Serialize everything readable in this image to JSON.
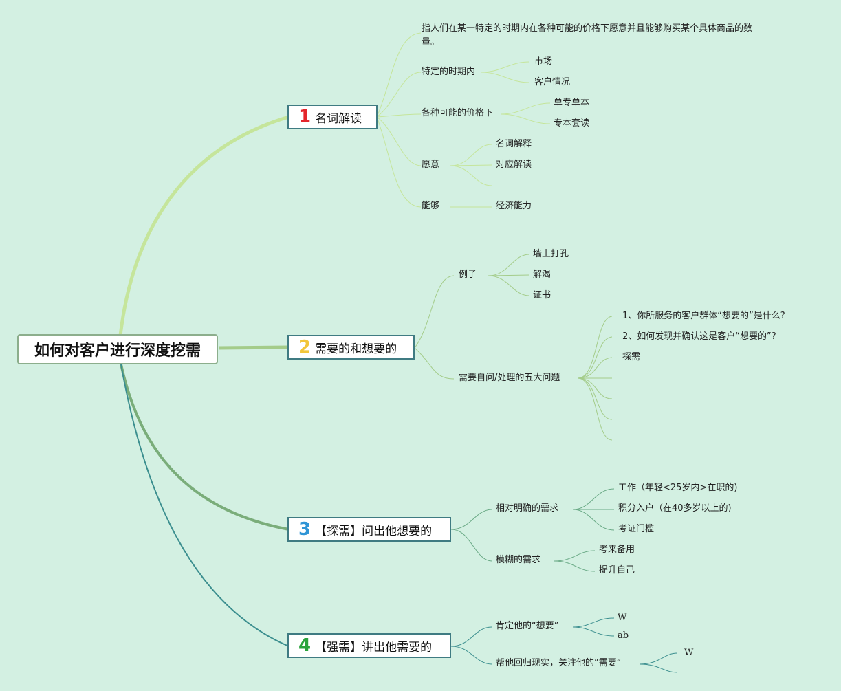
{
  "root": {
    "label": "如何对客户进行深度挖需"
  },
  "branches": [
    {
      "num": "1",
      "num_color": "#e4252b",
      "label": "名词解读",
      "children": [
        {
          "label": "指人们在某一特定的时期内在各种可能的价格下愿意并且能够购买某个具体商品的数量。"
        },
        {
          "label": "特定的时期内",
          "children": [
            "市场",
            "客户情况"
          ]
        },
        {
          "label": "各种可能的价格下",
          "children": [
            "单专单本",
            "专本套读"
          ]
        },
        {
          "label": "愿意",
          "children": [
            "名词解释",
            "对应解读"
          ]
        },
        {
          "label": "能够",
          "children": [
            "经济能力"
          ]
        }
      ]
    },
    {
      "num": "2",
      "num_color": "#f2c63a",
      "label": "需要的和想要的",
      "children": [
        {
          "label": "例子",
          "children": [
            "墙上打孔",
            "解渴",
            "证书"
          ]
        },
        {
          "label": "需要自问/处理的五大问题",
          "children": [
            "1、你所服务的客户群体“想要的”是什么?",
            "2、如何发现并确认这是客户“想要的”?",
            "探需"
          ]
        }
      ]
    },
    {
      "num": "3",
      "num_color": "#2f95d6",
      "label": "【探需】问出他想要的",
      "children": [
        {
          "label": "相对明确的需求",
          "children": [
            "工作（年轻<25岁内>在职的)",
            "积分入户（在40多岁以上的)",
            "考证门槛"
          ]
        },
        {
          "label": "模糊的需求",
          "children": [
            "考来备用",
            "提升自己"
          ]
        }
      ]
    },
    {
      "num": "4",
      "num_color": "#2aa33c",
      "label": "【强需】讲出他需要的",
      "children": [
        {
          "label": "肯定他的“想要”",
          "children": [
            "W",
            "ab"
          ]
        },
        {
          "label": "帮他回归现实，关注他的”需要“",
          "children": [
            "W"
          ]
        }
      ]
    }
  ]
}
